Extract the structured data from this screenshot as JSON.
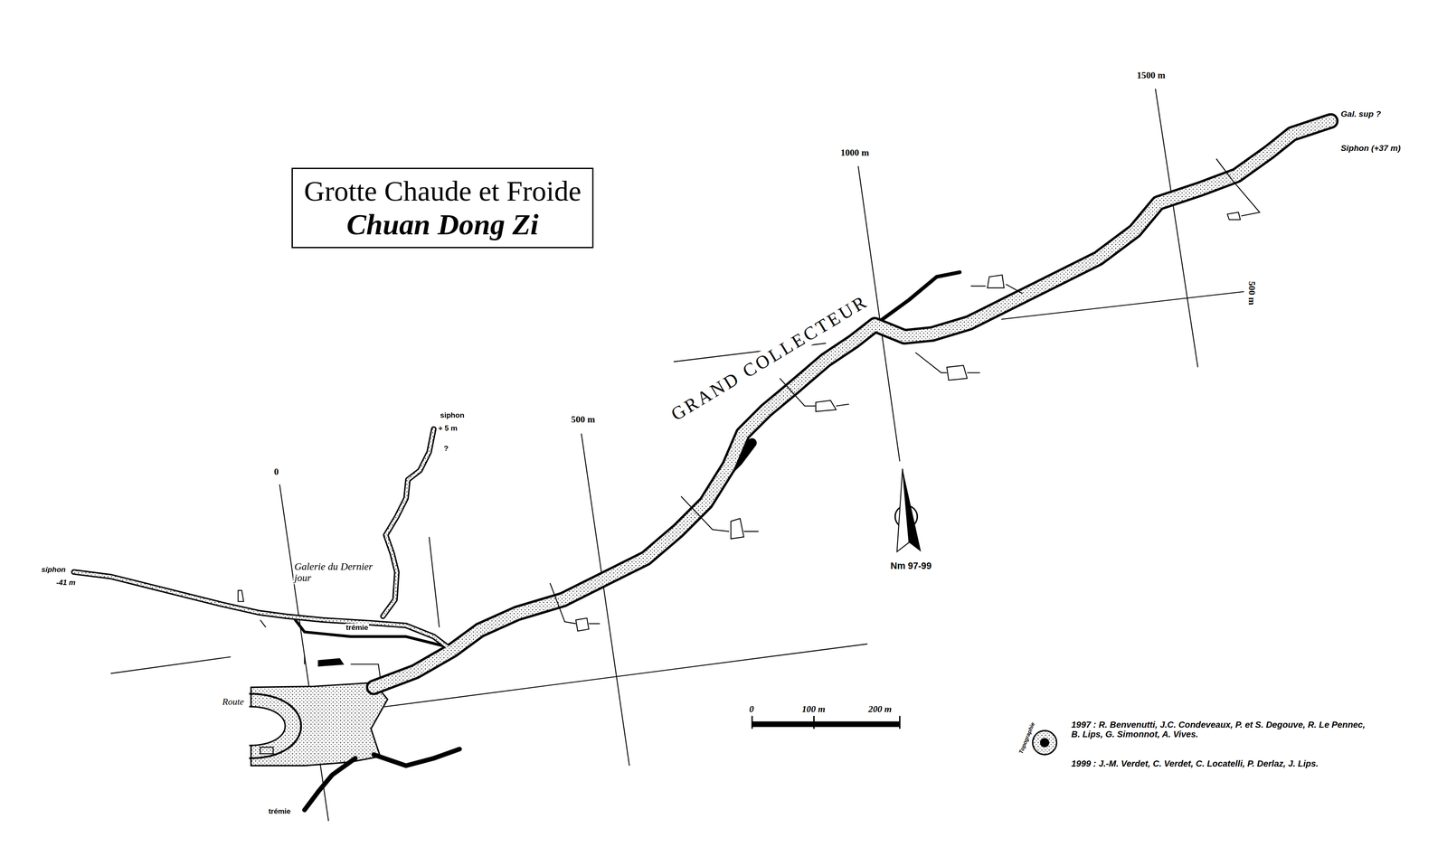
{
  "diagram": {
    "nodes": [
      {
        "text": [
          "Grotte Chaude et Froide",
          "Chuan Dong Zi"
        ]
      }
    ],
    "labels": [
      "1500 m",
      "1000 m",
      "500 m",
      "0",
      "500 m",
      "GRAND COLLECTEUR",
      "Gal. sup ?",
      "Siphon (+37 m)",
      "siphon",
      "+ 5 m",
      "?",
      "siphon",
      "-41 m",
      "Galerie du Dernier jour",
      "trémie",
      "Route",
      "trémie",
      "Nm 97-99",
      "0",
      "100 m",
      "200 m",
      "Topographie",
      "1997 : R. Benvenutti, J.C. Condeveaux, P. et S. Degouve, R. Le Pennec, B. Lips, G. Simonnot, A. Vives.",
      "1999 : J.-M. Verdet, C. Verdet, C. Locatelli, P. Derlaz, J. Lips."
    ]
  }
}
